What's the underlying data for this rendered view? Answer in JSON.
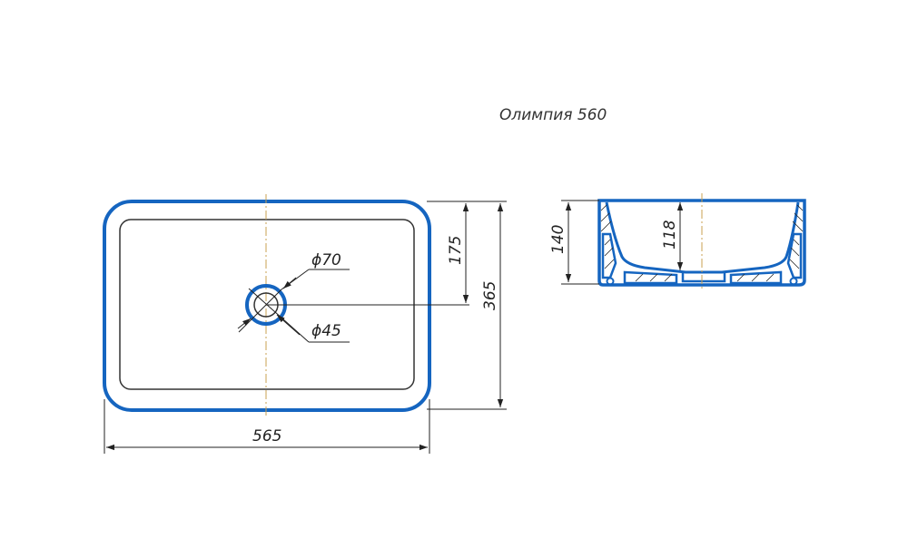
{
  "title": "Олимпия 560",
  "dimensions": {
    "width": "565",
    "depth": "365",
    "center_offset": "175",
    "outer_diameter": "ϕ70",
    "drain_diameter": "ϕ45",
    "total_height": "140",
    "bowl_depth": "118"
  },
  "colors": {
    "outline": "#1565c0",
    "dimension_line": "#222222",
    "center_line": "#c8a050"
  },
  "icons": {
    "arrow": "dimension-arrowhead"
  }
}
